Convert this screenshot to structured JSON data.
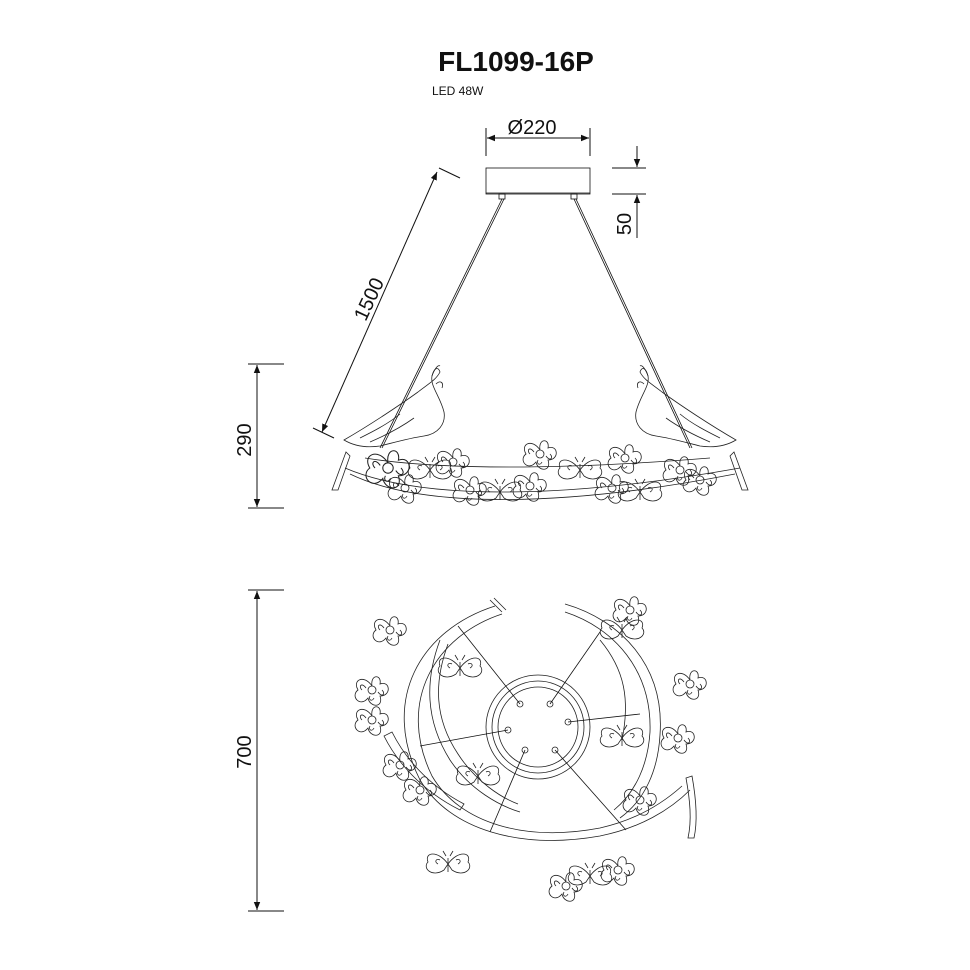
{
  "drawing": {
    "title": "FL1099-16P",
    "subtitle": "LED 48W"
  },
  "dimensions": {
    "canopy_diameter": "Ø220",
    "canopy_height": "50",
    "cable_length": "1500",
    "body_height": "290",
    "body_diameter": "700"
  },
  "colors": {
    "line": "#111111",
    "background": "#ffffff"
  }
}
